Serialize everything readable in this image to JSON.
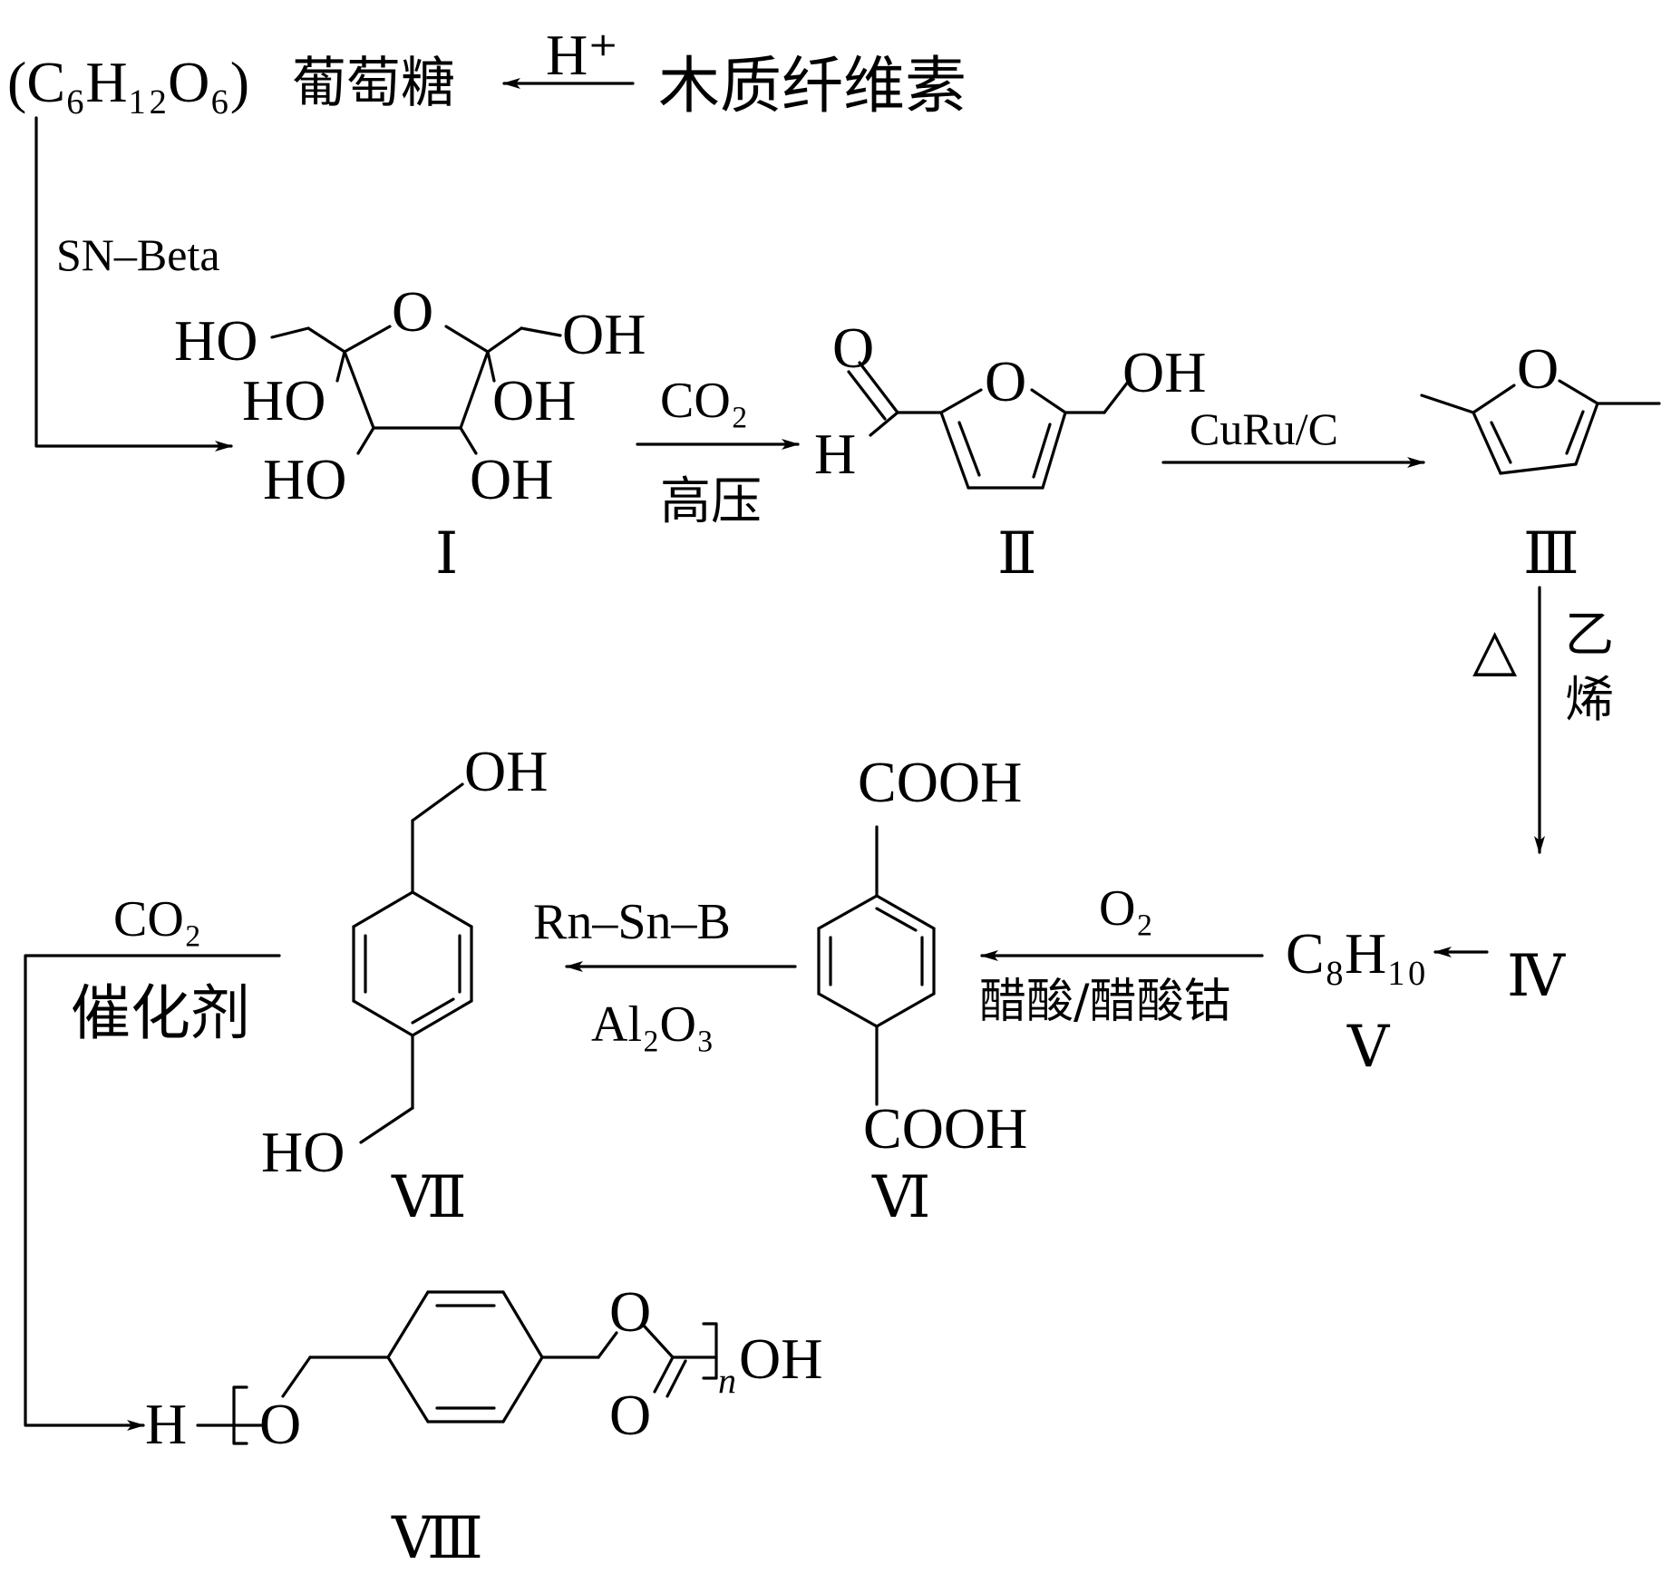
{
  "colors": {
    "ink": "#000000",
    "background": "#ffffff"
  },
  "top": {
    "glucose_formula": "(C₆H₁₂O₆)",
    "glucose_name": "葡萄糖",
    "cellulose": "木质纤维素",
    "acid_condition": "H⁺"
  },
  "step1": {
    "catalyst": "SN–Beta"
  },
  "compound_I": {
    "label": "Ⅰ",
    "ring_o": "O",
    "groups": [
      "HO",
      "OH",
      "HO",
      "OH",
      "HO",
      "OH"
    ]
  },
  "step2": {
    "reagent": "CO₂",
    "condition": "高压"
  },
  "compound_II": {
    "label": "Ⅱ",
    "carbonyl_o": "O",
    "aldehyde_h": "H",
    "ring_o": "O",
    "oh": "OH"
  },
  "step3": {
    "catalyst": "CuRu/C"
  },
  "compound_III": {
    "label": "Ⅲ",
    "ring_o": "O"
  },
  "step4": {
    "heat": "△",
    "reagent_line1": "乙",
    "reagent_line2": "烯"
  },
  "compound_IV": {
    "label": "Ⅳ"
  },
  "compound_V": {
    "formula": "C₈H₁₀",
    "label": "Ⅴ"
  },
  "step5": {
    "reagent": "O₂",
    "condition": "醋酸/醋酸钴"
  },
  "compound_VI": {
    "label": "Ⅵ",
    "top_group": "COOH",
    "bottom_group": "COOH"
  },
  "step6": {
    "catalyst": "Rn–Sn–B",
    "support": "Al₂O₃"
  },
  "compound_VII": {
    "label": "Ⅶ",
    "top_group": "OH",
    "bottom_group": "HO"
  },
  "step7": {
    "reagent": "CO₂",
    "condition": "催化剂"
  },
  "compound_VIII": {
    "label": "Ⅷ",
    "end_h": "H",
    "ester_o": "O",
    "carbonyl_o_top": "O",
    "carbonyl_o_bottom": "O",
    "repeat_n": "n",
    "end_oh": "OH"
  }
}
